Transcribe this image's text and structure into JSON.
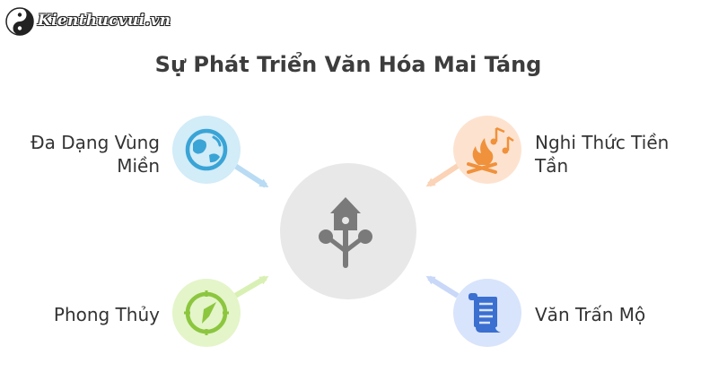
{
  "logo": {
    "text": "Kienthucvui.vn",
    "icon": "yin-yang-icon"
  },
  "title": "Sự Phát Triển Văn Hóa Mai Táng",
  "center": {
    "icon": "birdhouse-tree-icon",
    "color": "#e8e8e8"
  },
  "nodes": [
    {
      "label": "Đa Dạng Vùng Miền",
      "icon": "globe-icon",
      "color": "#d2ecf8",
      "accent": "#3aa4d6"
    },
    {
      "label": "Nghi Thức Tiền Tần",
      "icon": "campfire-music-icon",
      "color": "#fde3cf",
      "accent": "#f0913c"
    },
    {
      "label": "Phong Thủy",
      "icon": "compass-icon",
      "color": "#e4f5c9",
      "accent": "#8cc63f"
    },
    {
      "label": "Văn Trấn Mộ",
      "icon": "scroll-icon",
      "color": "#d8e4fb",
      "accent": "#3b6fd0"
    }
  ]
}
